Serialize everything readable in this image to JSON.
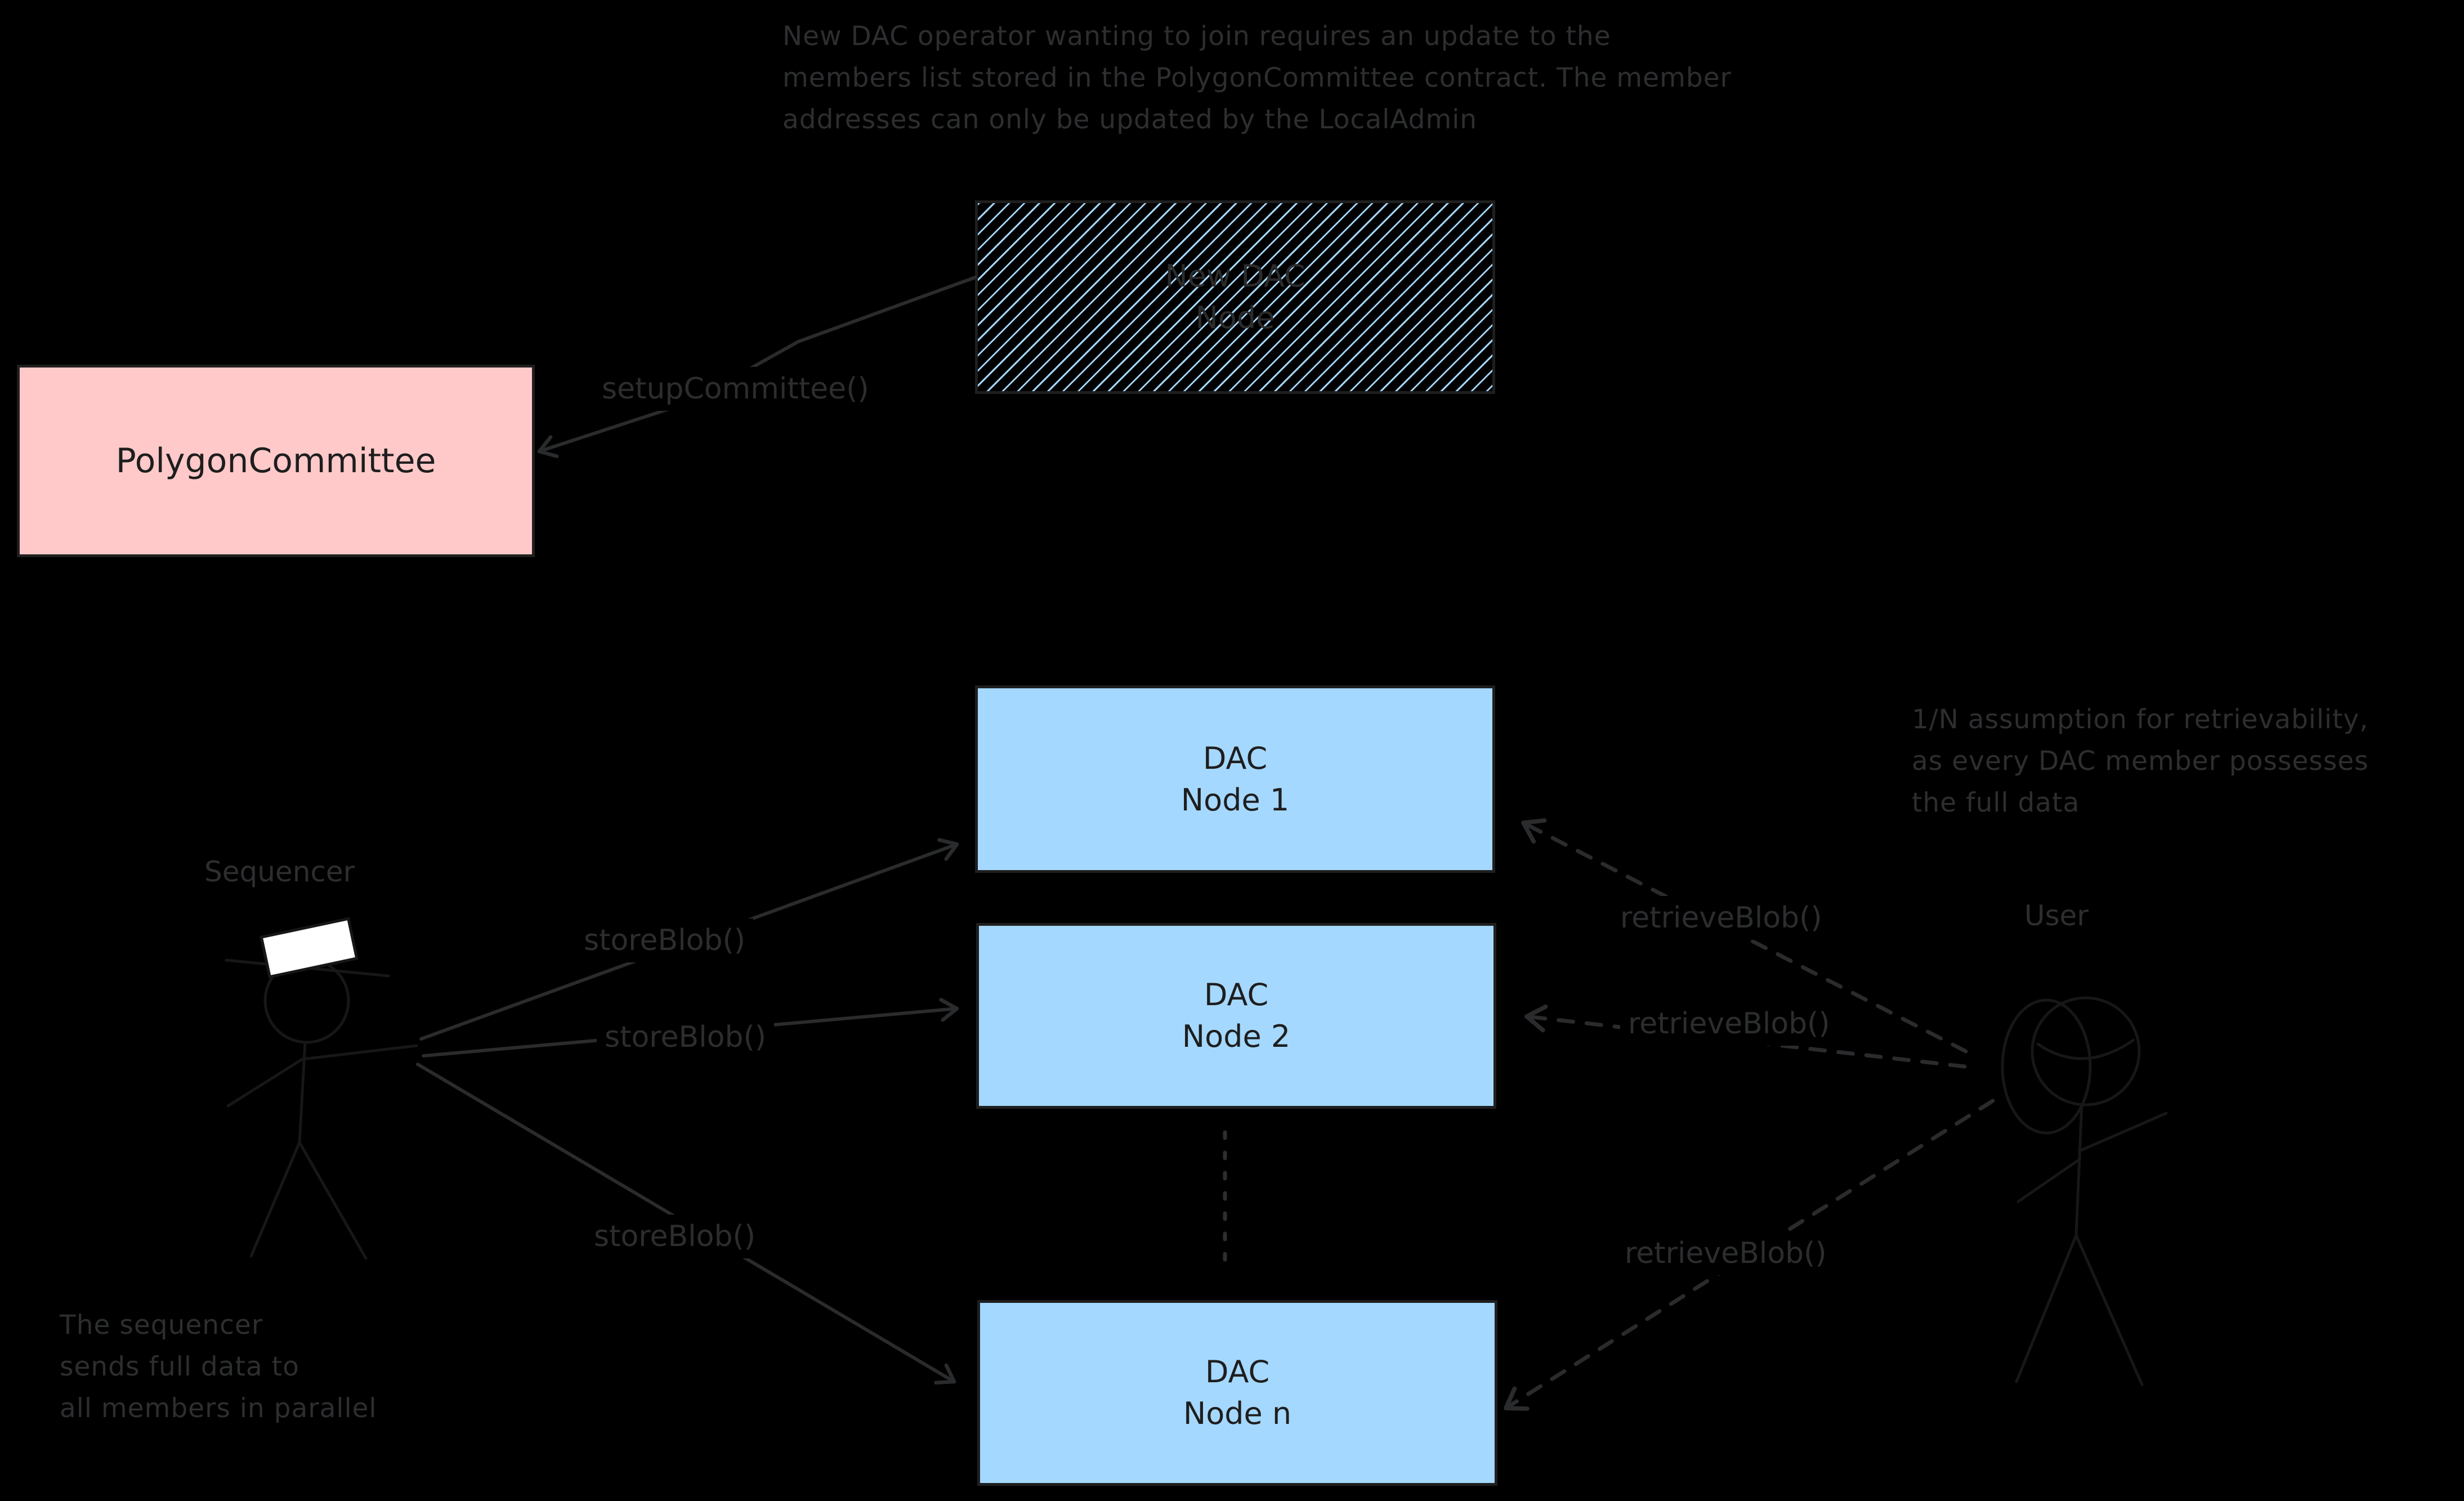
{
  "notes": {
    "top": [
      "New DAC operator wanting to join requires an update to the",
      "members list stored in the PolygonCommittee contract. The member",
      "addresses can only be updated by the LocalAdmin"
    ],
    "retrievability": [
      "1/N assumption for retrievability,",
      "as every DAC member possesses",
      "the full data"
    ],
    "sequencer_parallel": [
      "The sequencer",
      "sends full data to",
      "all members in parallel"
    ]
  },
  "boxes": {
    "new_dac_node": {
      "lines": [
        "New DAC",
        "Node"
      ]
    },
    "polygon_committee": {
      "label": "PolygonCommittee"
    },
    "dac_node_1": {
      "lines": [
        "DAC",
        "Node 1"
      ]
    },
    "dac_node_2": {
      "lines": [
        "DAC",
        "Node 2"
      ]
    },
    "dac_node_n": {
      "lines": [
        "DAC",
        "Node n"
      ]
    }
  },
  "actors": {
    "sequencer": "Sequencer",
    "user": "User"
  },
  "edges": {
    "setup_committee": "setupCommittee()",
    "store_blob_1": "storeBlob()",
    "store_blob_2": "storeBlob()",
    "store_blob_3": "storeBlob()",
    "retrieve_blob_1": "retrieveBlob()",
    "retrieve_blob_2": "retrieveBlob()",
    "retrieve_blob_3": "retrieveBlob()"
  },
  "colors": {
    "background": "#000000",
    "ink": "#2d2e30",
    "box_text": "#1e1e1e",
    "blue_fill": "#a5d8ff",
    "pink_fill": "#ffc9c9",
    "hat_white": "#ffffff",
    "figure_stroke": "#171717"
  }
}
